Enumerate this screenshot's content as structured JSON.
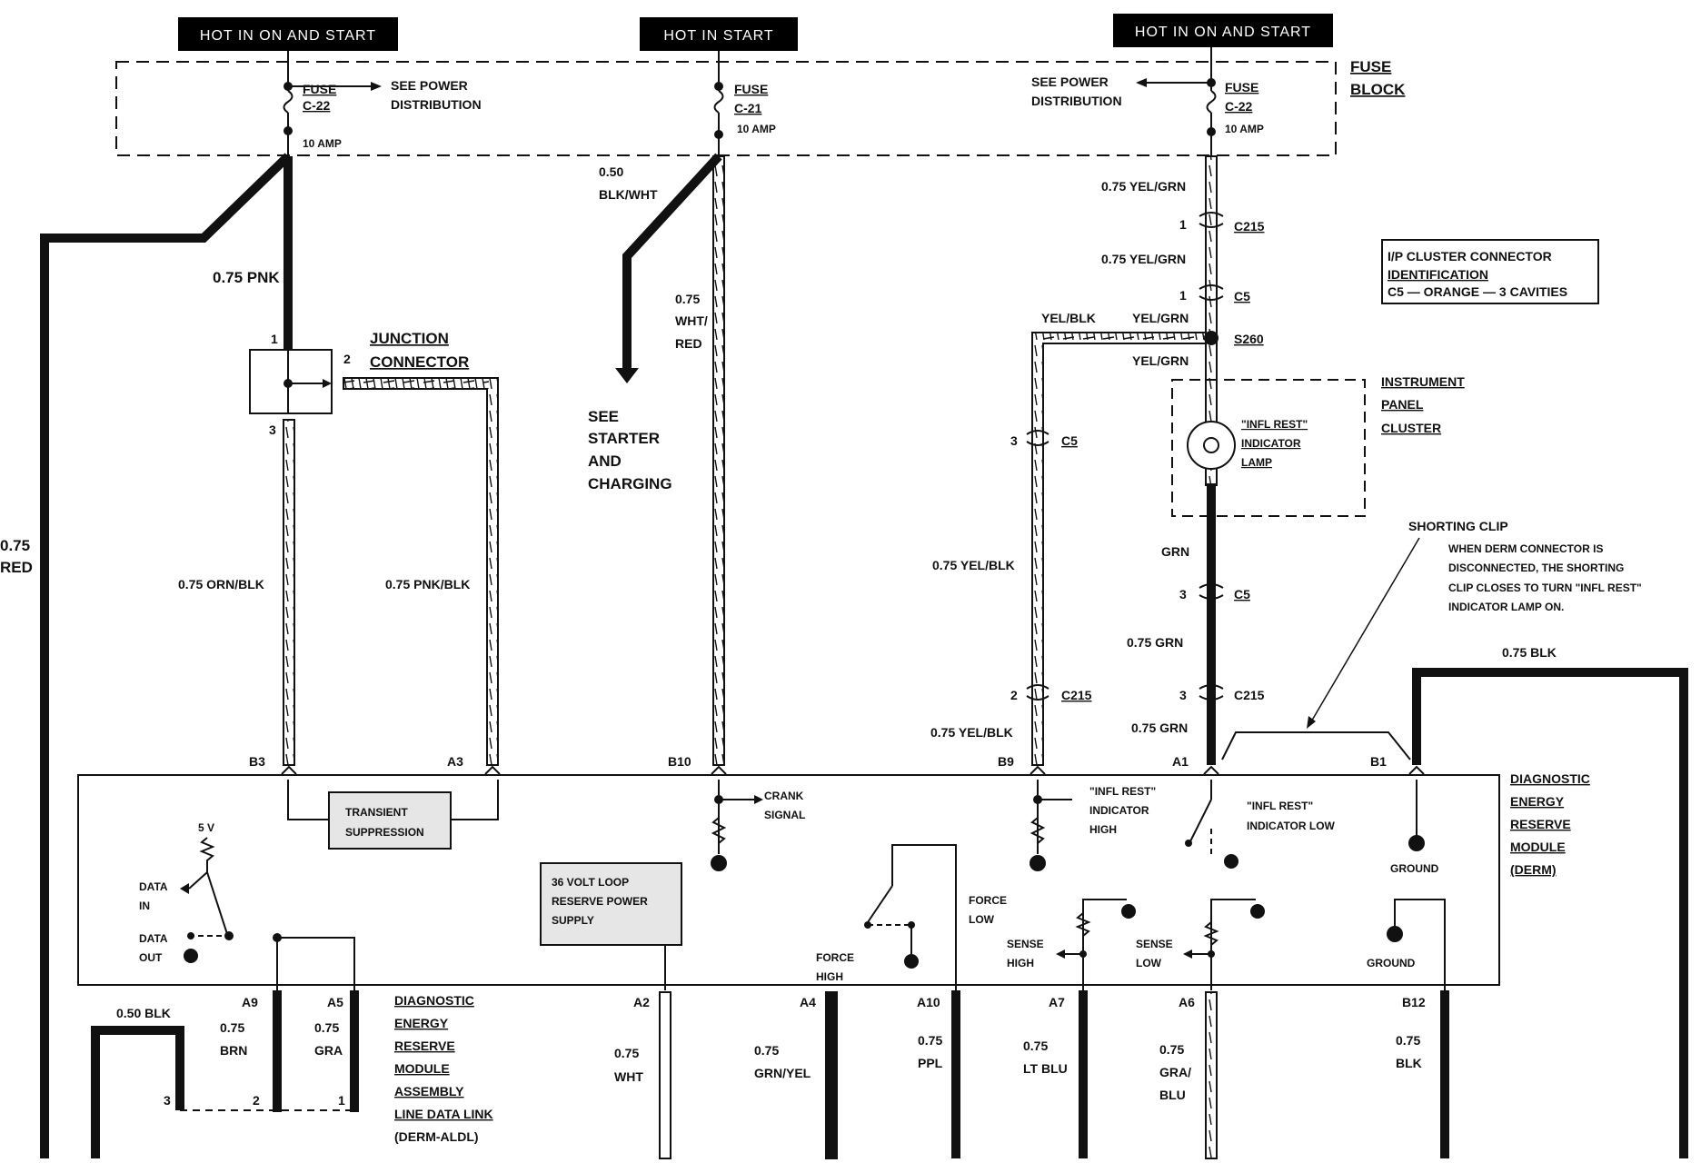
{
  "headers": [
    "HOT IN ON AND START",
    "HOT IN START",
    "HOT IN ON AND START"
  ],
  "fuse_block": {
    "title_1": "FUSE",
    "title_2": "BLOCK"
  },
  "fuses": [
    {
      "label": "FUSE",
      "id": "C-22",
      "rating": "10 AMP"
    },
    {
      "label": "FUSE",
      "id": "C-21",
      "rating": "10 AMP"
    },
    {
      "label": "FUSE",
      "id": "C-22",
      "rating": "10 AMP"
    }
  ],
  "see_power_1": [
    "SEE POWER",
    "DISTRIBUTION"
  ],
  "see_power_2": [
    "SEE POWER",
    "DISTRIBUTION"
  ],
  "see_starter": [
    "SEE",
    "STARTER",
    "AND",
    "CHARGING"
  ],
  "wires": {
    "left_red": [
      "0.75",
      "RED"
    ],
    "pnk": "0.75 PNK",
    "blkwht": [
      "0.50",
      "BLK/WHT"
    ],
    "whtred": [
      "0.75",
      "WHT/",
      "RED"
    ],
    "orn_blk": "0.75 ORN/BLK",
    "pnk_blk": "0.75 PNK/BLK",
    "yelgrn_1": "0.75 YEL/GRN",
    "yelgrn_2": "0.75 YEL/GRN",
    "yelblk_top": "YEL/BLK",
    "yelgrn_s": "YEL/GRN",
    "yelgrn_3": "YEL/GRN",
    "yelblk_mid": "0.75 YEL/BLK",
    "yelblk_low": "0.75 YEL/BLK",
    "grn": "GRN",
    "grn_1": "0.75 GRN",
    "grn_2": "0.75 GRN",
    "blk_right": "0.75 BLK",
    "blk_050": "0.50 BLK",
    "brn": [
      "0.75",
      "BRN"
    ],
    "gra": [
      "0.75",
      "GRA"
    ],
    "wht": [
      "0.75",
      "WHT"
    ],
    "grnyel": [
      "0.75",
      "GRN/YEL"
    ],
    "ppl": [
      "0.75",
      "PPL"
    ],
    "ltblu": [
      "0.75",
      "LT BLU"
    ],
    "grablu": [
      "0.75",
      "GRA/",
      "BLU"
    ],
    "blk_b12": [
      "0.75",
      "BLK"
    ]
  },
  "connectors": {
    "c215": "C215",
    "c5": "C5",
    "s260": "S260",
    "pin_1": "1",
    "pin_2": "2",
    "pin_3": "3"
  },
  "junction": {
    "title_1": "JUNCTION",
    "title_2": "CONNECTOR",
    "pins": [
      "1",
      "2",
      "3"
    ]
  },
  "ip_id": {
    "line1": "I/P CLUSTER CONNECTOR",
    "line2": "IDENTIFICATION",
    "line3": "C5 — ORANGE — 3 CAVITIES"
  },
  "cluster": {
    "title": [
      "INSTRUMENT",
      "PANEL",
      "CLUSTER"
    ],
    "lamp": [
      "\"INFL REST\"",
      "INDICATOR",
      "LAMP"
    ]
  },
  "shorting": {
    "title": "SHORTING CLIP",
    "note": [
      "WHEN DERM CONNECTOR IS",
      "DISCONNECTED, THE SHORTING",
      "CLIP CLOSES TO TURN \"INFL REST\"",
      "INDICATOR LAMP ON."
    ]
  },
  "derm": {
    "title": [
      "DIAGNOSTIC",
      "ENERGY",
      "RESERVE",
      "MODULE",
      "(DERM)"
    ],
    "pins_top": [
      "B3",
      "A3",
      "B10",
      "B9",
      "A1",
      "B1"
    ],
    "pins_bottom": [
      "A9",
      "A5",
      "A2",
      "A4",
      "A10",
      "A7",
      "A6",
      "B12"
    ],
    "transient": [
      "TRANSIENT",
      "SUPPRESSION"
    ],
    "crank": [
      "CRANK",
      "SIGNAL"
    ],
    "infl_high": [
      "\"INFL REST\"",
      "INDICATOR",
      "HIGH"
    ],
    "infl_low": [
      "\"INFL REST\"",
      "INDICATOR LOW"
    ],
    "ground_1": "GROUND",
    "ground_2": "GROUND",
    "v5": "5 V",
    "data_in": [
      "DATA",
      "IN"
    ],
    "data_out": [
      "DATA",
      "OUT"
    ],
    "supply": [
      "36 VOLT LOOP",
      "RESERVE POWER",
      "SUPPLY"
    ],
    "force_low": [
      "FORCE",
      "LOW"
    ],
    "force_high": [
      "FORCE",
      "HIGH"
    ],
    "sense_high": [
      "SENSE",
      "HIGH"
    ],
    "sense_low": [
      "SENSE",
      "LOW"
    ]
  },
  "aldl": {
    "title": [
      "DIAGNOSTIC",
      "ENERGY",
      "RESERVE",
      "MODULE",
      "ASSEMBLY",
      "LINE DATA LINK",
      "(DERM-ALDL)"
    ],
    "pins": [
      "3",
      "2",
      "1"
    ]
  }
}
